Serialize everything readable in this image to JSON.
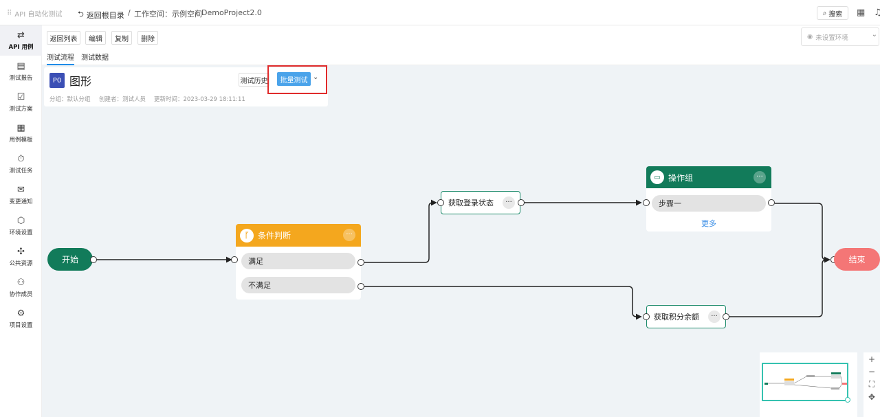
{
  "topbar": {
    "app_title": "API 自动化测试",
    "back_root": "返回根目录",
    "crumbs": [
      "/",
      "工作空间：示例空间",
      "/",
      "DemoProject2.0"
    ],
    "search_label": "搜索"
  },
  "sidebar": {
    "items": [
      {
        "label": "API 用例",
        "icon": "⇄"
      },
      {
        "label": "测试报告",
        "icon": "▤"
      },
      {
        "label": "测试方案",
        "icon": "☑"
      },
      {
        "label": "用例模板",
        "icon": "▦"
      },
      {
        "label": "测试任务",
        "icon": "⏱"
      },
      {
        "label": "变更通知",
        "icon": "✉"
      },
      {
        "label": "环境设置",
        "icon": "⬡"
      },
      {
        "label": "公共资源",
        "icon": "✣"
      },
      {
        "label": "协作成员",
        "icon": "⚇"
      },
      {
        "label": "项目设置",
        "icon": "⚙"
      }
    ]
  },
  "toolbar": {
    "buttons": [
      "返回列表",
      "编辑",
      "复制",
      "删除"
    ],
    "tabs": [
      "测试流程",
      "测试数据"
    ],
    "env_placeholder": "未设置环境"
  },
  "case": {
    "priority": "P0",
    "title": "图形",
    "group": "分组：默认分组",
    "creator": "创建者：测试人员",
    "updated": "更新时间：2023-03-29 18:11:11",
    "history_label": "测试历史",
    "batch_label": "批量测试"
  },
  "flow": {
    "start": "开始",
    "end": "结束",
    "condition": {
      "title": "条件判断",
      "branches": [
        "满足",
        "不满足"
      ]
    },
    "step_login": "获取登录状态",
    "step_points": "获取积分余额",
    "group": {
      "title": "操作组",
      "step": "步骤一",
      "more": "更多"
    },
    "more_icon": "···"
  },
  "zoom": {
    "zoom_in": "+",
    "zoom_out": "−",
    "fit": "⛶",
    "move": "✥"
  },
  "colors": {
    "primary": "#127b5a",
    "condition": "#f4a71e",
    "end": "#f47676",
    "accent_blue": "#4aa3ea",
    "highlight": "#e02b2b"
  }
}
